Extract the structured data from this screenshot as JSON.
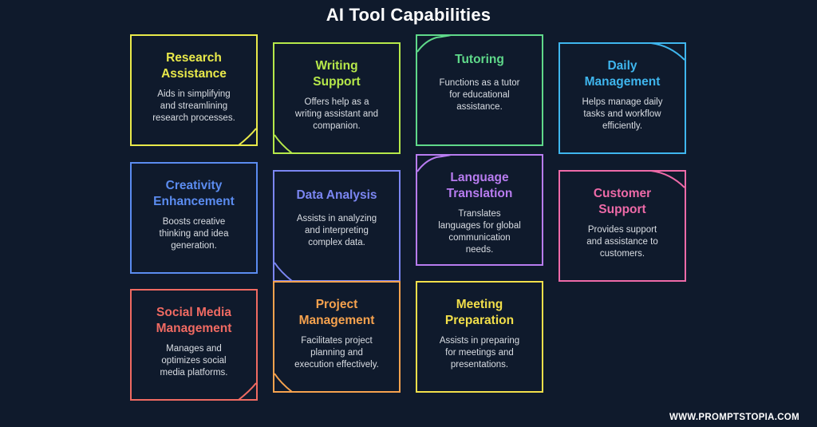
{
  "title": "AI Tool Capabilities",
  "footer": "WWW.PROMPTSTOPIA.COM",
  "cards": [
    {
      "heading": "Research\nAssistance",
      "desc": "Aids in simplifying and streamlining research processes.",
      "color": "#e9e94a"
    },
    {
      "heading": "Writing\nSupport",
      "desc": "Offers help as a writing assistant and companion.",
      "color": "#b6e84a"
    },
    {
      "heading": "Tutoring",
      "desc": "Functions as a tutor for educational assistance.",
      "color": "#5fd98a"
    },
    {
      "heading": "Daily\nManagement",
      "desc": "Helps manage daily tasks and workflow efficiently.",
      "color": "#3fb6ee"
    },
    {
      "heading": "Creativity\nEnhancement",
      "desc": "Boosts creative thinking and idea generation.",
      "color": "#5b8cf0"
    },
    {
      "heading": "Data Analysis",
      "desc": "Assists in analyzing and interpreting complex data.",
      "color": "#7b86f2"
    },
    {
      "heading": "Language\nTranslation",
      "desc": "Translates languages for global communication needs.",
      "color": "#b87cf0"
    },
    {
      "heading": "Customer\nSupport",
      "desc": "Provides support and assistance to customers.",
      "color": "#ee6aa8"
    },
    {
      "heading": "Social Media\nManagement",
      "desc": "Manages and optimizes social media platforms.",
      "color": "#f06a62"
    },
    {
      "heading": "Project\nManagement",
      "desc": "Facilitates project planning and execution effectively.",
      "color": "#f6a24e"
    },
    {
      "heading": "Meeting\nPreparation",
      "desc": "Assists in preparing for meetings and presentations.",
      "color": "#f2df4a"
    }
  ]
}
